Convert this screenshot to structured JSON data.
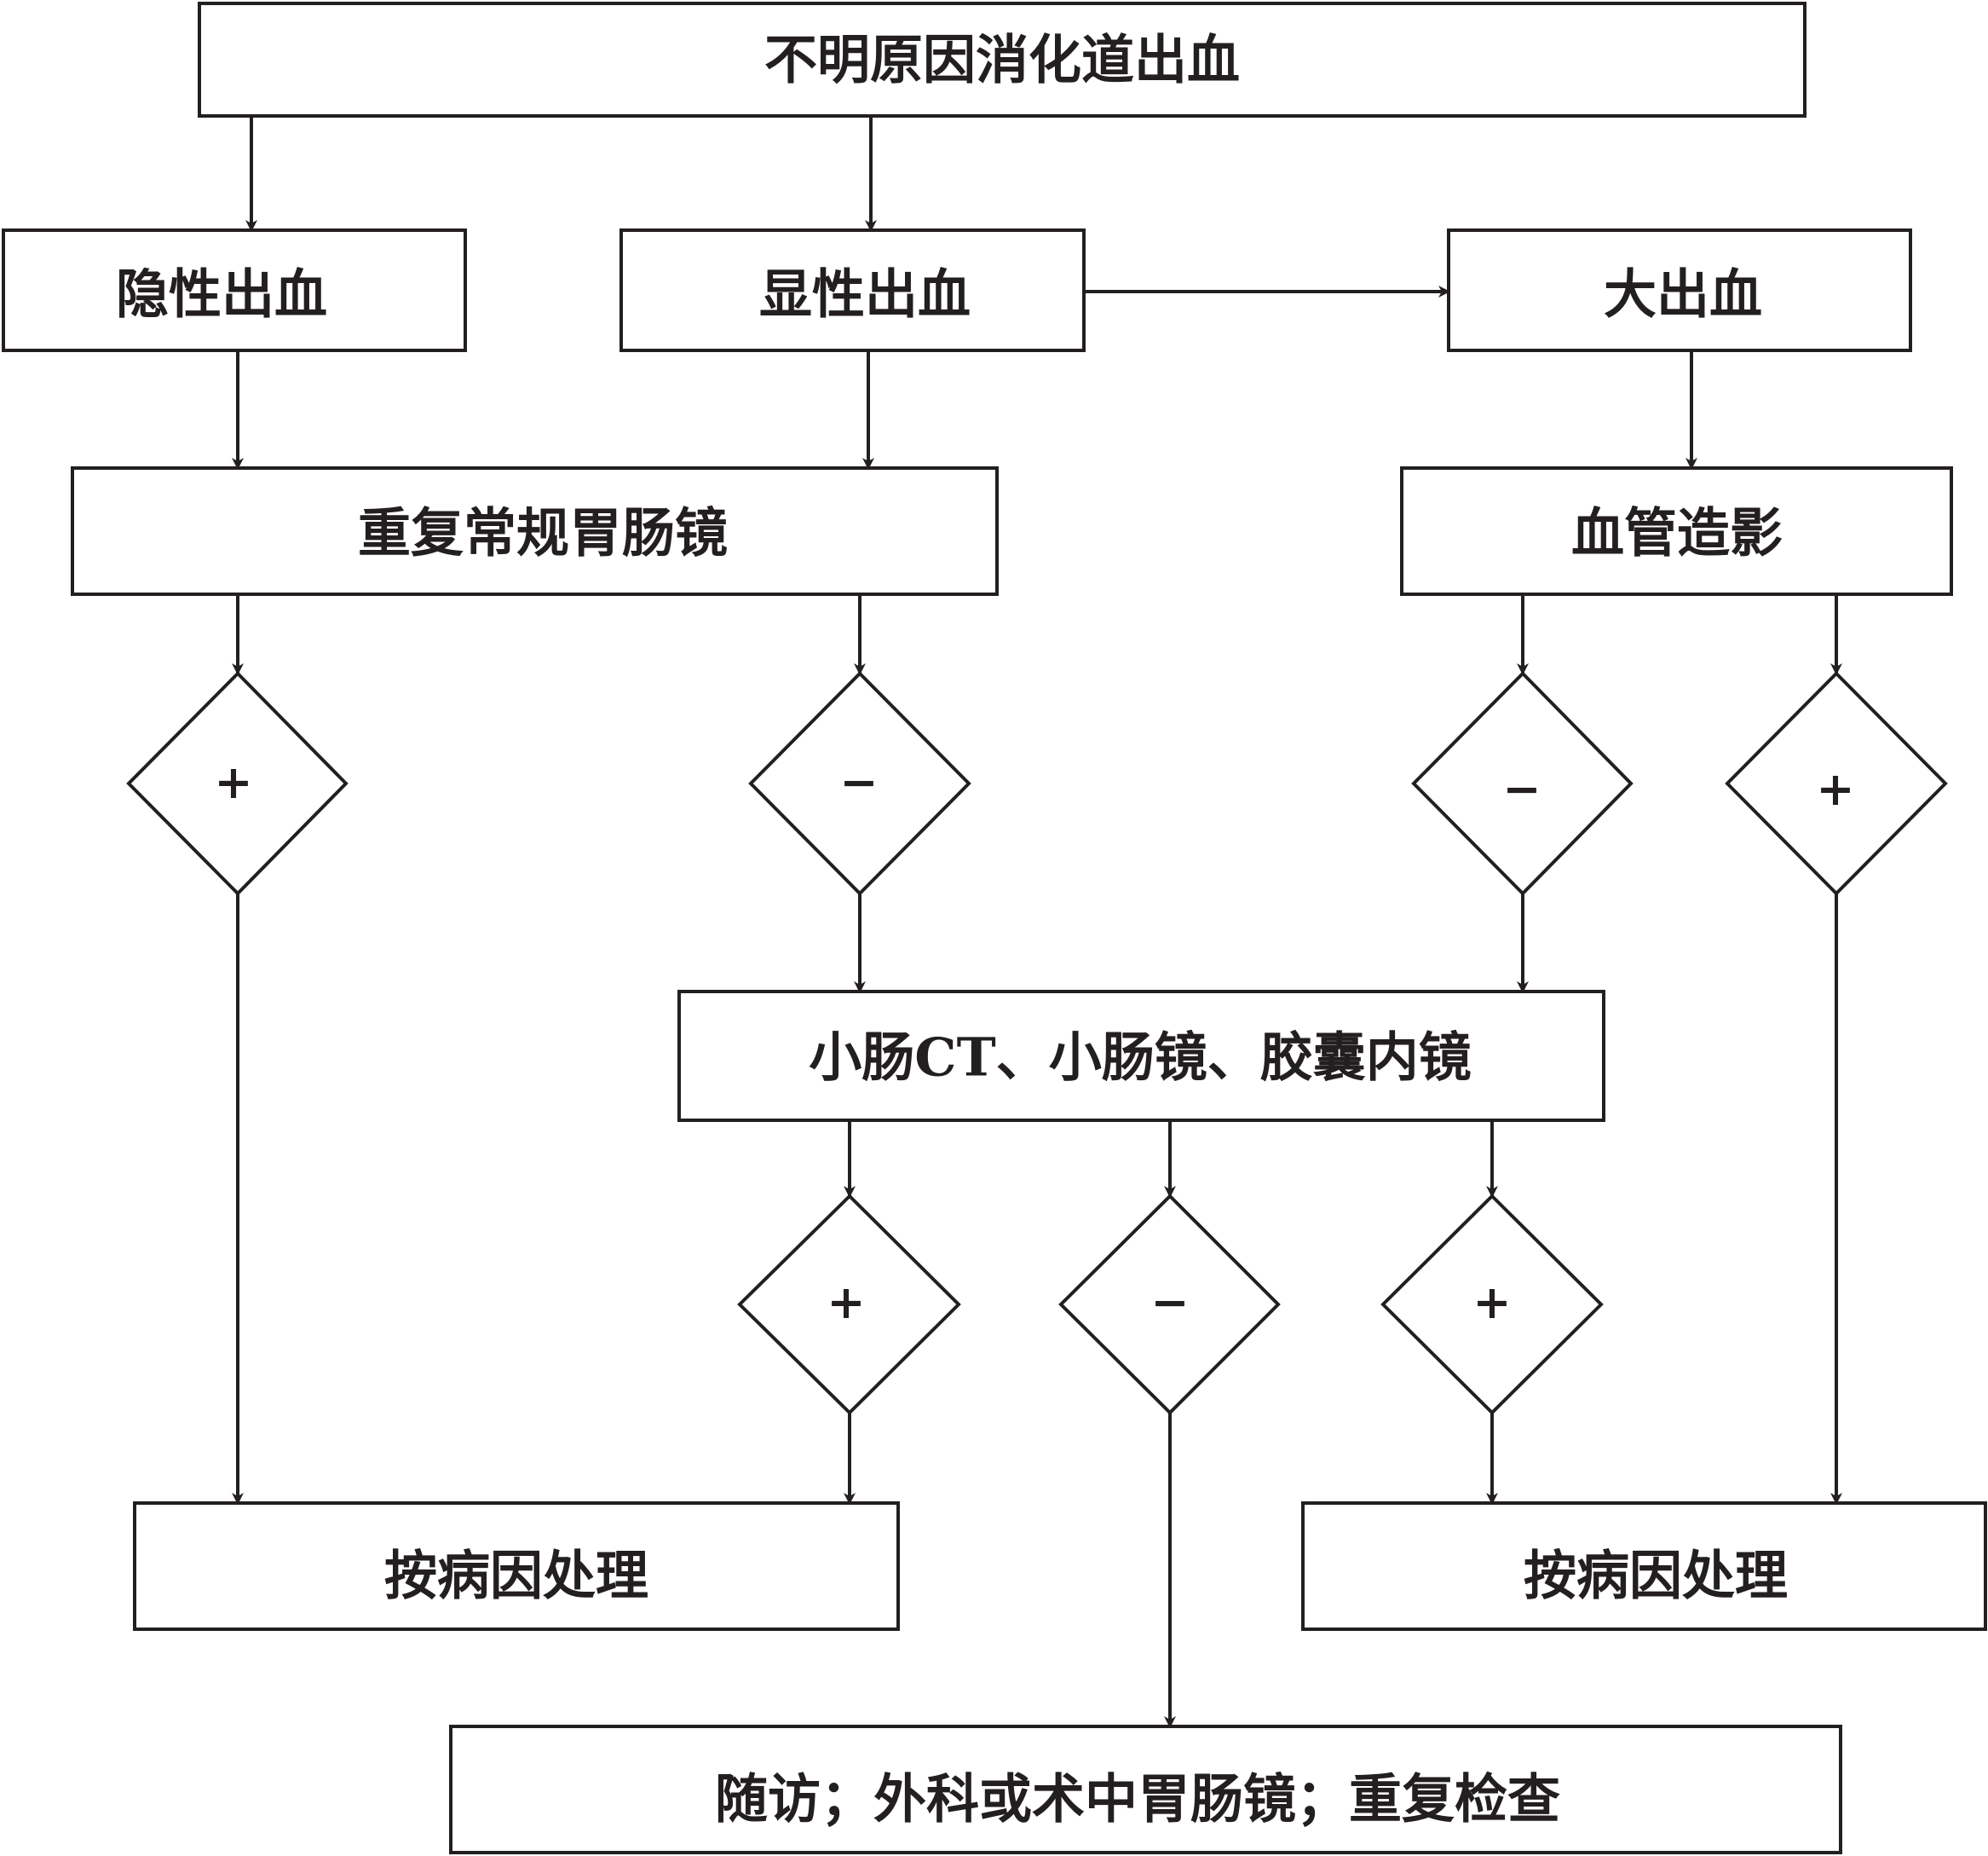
{
  "nodes": {
    "root": "不明原因消化道出血",
    "occult": "隐性出血",
    "overt": "显性出血",
    "massive": "大出血",
    "repeat_endoscopy": "重复常规胃肠镜",
    "angiography": "血管造影",
    "small_bowel_exam": "小肠CT、小肠镜、胶囊内镜",
    "treat_left": "按病因处理",
    "treat_right": "按病因处理",
    "followup": "随访；外科或术中胃肠镜；重复检查"
  },
  "decisions": {
    "repeat_pos": "+",
    "repeat_neg": "−",
    "angio_neg": "−",
    "angio_pos": "+",
    "sb_pos_left": "+",
    "sb_neg": "−",
    "sb_pos_right": "+"
  },
  "colors": {
    "stroke": "#231f20",
    "background": "#ffffff"
  }
}
